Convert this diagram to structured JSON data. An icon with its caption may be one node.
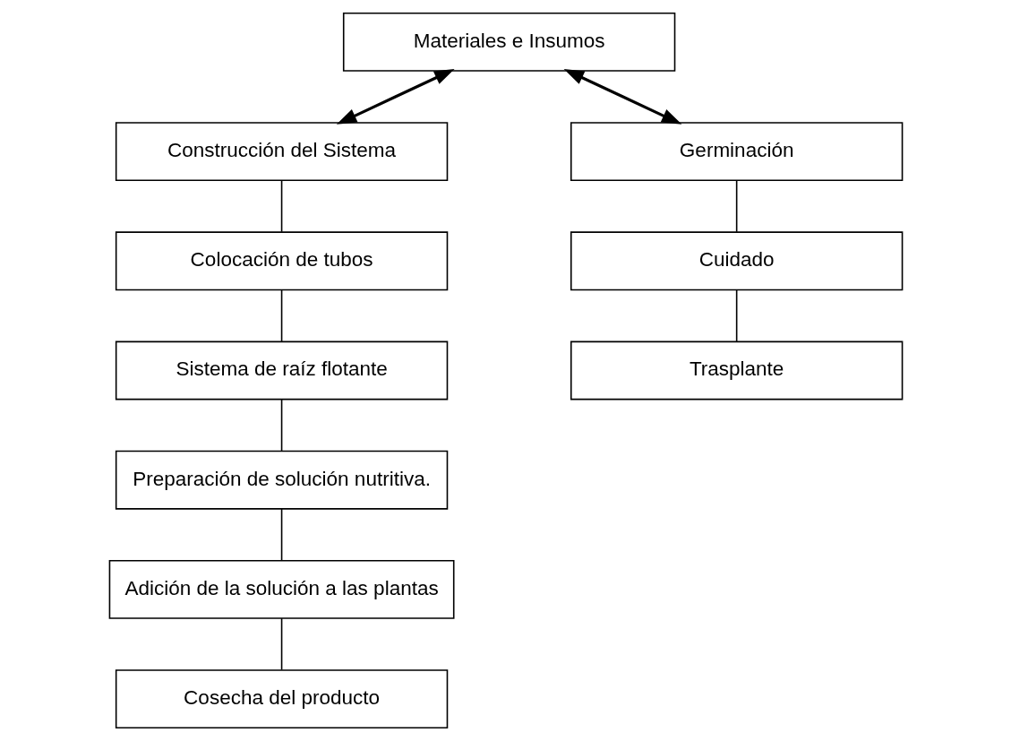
{
  "diagram": {
    "nodes": [
      {
        "text": [
          "Materiales e Insumos"
        ]
      },
      {
        "text": [
          "Construcción del Sistema"
        ]
      },
      {
        "text": [
          "Colocación de tubos"
        ]
      },
      {
        "text": [
          "Sistema de raíz flotante"
        ]
      },
      {
        "text": [
          "Preparación de solución nutritiva."
        ]
      },
      {
        "text": [
          "Adición de la solución a las plantas"
        ]
      },
      {
        "text": [
          "Cosecha del producto"
        ]
      },
      {
        "text": [
          "Germinación"
        ]
      },
      {
        "text": [
          "Cuidado"
        ]
      },
      {
        "text": [
          "Trasplante"
        ]
      }
    ],
    "edges": [
      {
        "from": 0,
        "to": 1,
        "arrow": "both"
      },
      {
        "from": 0,
        "to": 7,
        "arrow": "both"
      },
      {
        "from": 1,
        "to": 2,
        "arrow": "none"
      },
      {
        "from": 2,
        "to": 3,
        "arrow": "none"
      },
      {
        "from": 3,
        "to": 4,
        "arrow": "none"
      },
      {
        "from": 4,
        "to": 5,
        "arrow": "none"
      },
      {
        "from": 5,
        "to": 6,
        "arrow": "none"
      },
      {
        "from": 7,
        "to": 8,
        "arrow": "none"
      },
      {
        "from": 8,
        "to": 9,
        "arrow": "none"
      }
    ]
  }
}
